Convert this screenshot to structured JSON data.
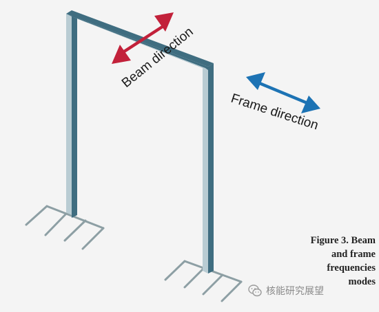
{
  "labels": {
    "beam_direction": "Beam direction",
    "frame_direction": "Frame direction"
  },
  "caption": {
    "line1": "Figure 3. Beam",
    "line2": "and frame",
    "line3": "frequencies",
    "line4": "modes"
  },
  "watermark": {
    "text": "核能研究展望",
    "icon": "wechat-icon"
  },
  "colors": {
    "frame_dark": "#3f6d80",
    "frame_light": "#b9ccd3",
    "beam_arrow": "#c2213a",
    "frame_arrow": "#1d73b4",
    "base_lines": "#8d9fa4"
  }
}
